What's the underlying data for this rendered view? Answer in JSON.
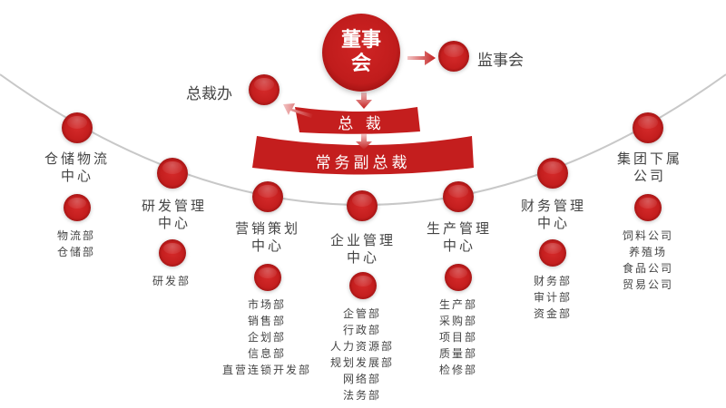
{
  "top": {
    "board": [
      "董事",
      "会"
    ],
    "supervisors": "监事会",
    "president_office": "总裁办",
    "president": "总  裁",
    "executive_vp": "常务副总裁"
  },
  "centers": [
    {
      "name": [
        "仓储物流",
        "中心"
      ],
      "departments": [
        "物流部",
        "仓储部"
      ]
    },
    {
      "name": [
        "研发管理",
        "中心"
      ],
      "departments": [
        "研发部"
      ]
    },
    {
      "name": [
        "营销策划",
        "中心"
      ],
      "departments": [
        "市场部",
        "销售部",
        "企划部",
        "信息部",
        "直营连锁开发部"
      ]
    },
    {
      "name": [
        "企业管理",
        "中心"
      ],
      "departments": [
        "企管部",
        "行政部",
        "人力资源部",
        "规划发展部",
        "网络部",
        "法务部"
      ]
    },
    {
      "name": [
        "生产管理",
        "中心"
      ],
      "departments": [
        "生产部",
        "采购部",
        "项目部",
        "质量部",
        "检修部"
      ]
    },
    {
      "name": [
        "财务管理",
        "中心"
      ],
      "departments": [
        "财务部",
        "审计部",
        "资金部"
      ]
    },
    {
      "name": [
        "集团下属",
        "公司"
      ],
      "departments": [
        "饲料公司",
        "养殖场",
        "食品公司",
        "贸易公司"
      ]
    }
  ],
  "colors": {
    "accent": "#c41e1e",
    "line": "#c8c8c8",
    "text": "#444444"
  }
}
